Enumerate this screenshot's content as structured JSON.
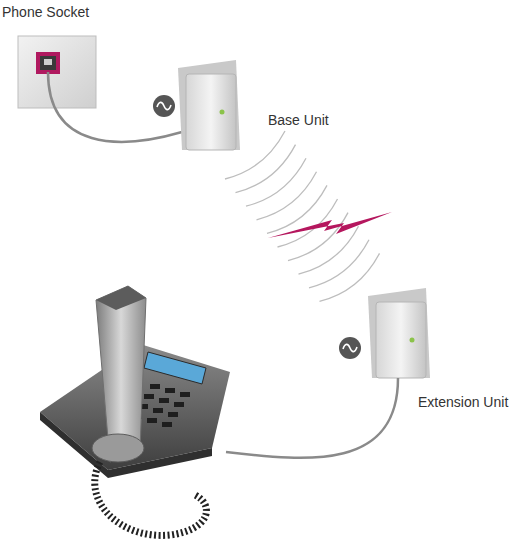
{
  "diagram": {
    "labels": [
      "Phone Socket",
      "Base Unit",
      "Extension Unit"
    ]
  }
}
